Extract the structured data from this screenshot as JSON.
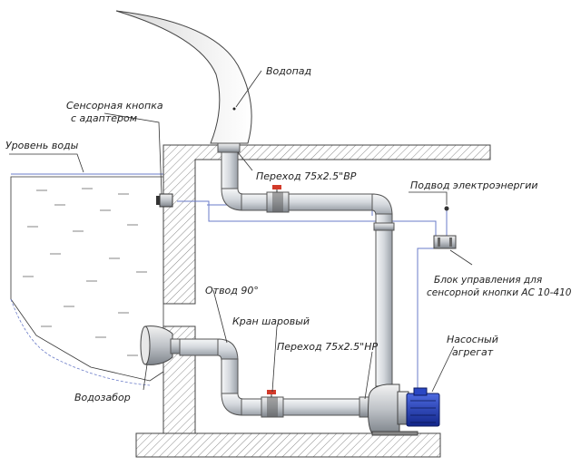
{
  "labels": {
    "waterfall": "Водопад",
    "sensor_button_line1": "Сенсорная кнопка",
    "sensor_button_line2": "с адаптером",
    "water_level": "Уровень воды",
    "transition_top": "Переход 75х2.5\"ВР",
    "power_supply": "Подвод электроэнергии",
    "control_unit_line1": "Блок управления для",
    "control_unit_line2": "сенсорной кнопки АС 10-410",
    "elbow": "Отвод 90°",
    "ball_valve": "Кран шаровый",
    "transition_bottom": "Переход 75х2.5\"НР",
    "pump_line1": "Насосный",
    "pump_line2": "агрегат",
    "intake": "Водозабор"
  },
  "colors": {
    "pump_body": "#1f3fbf",
    "valve_handle": "#d23a2a",
    "wire": "#6a7bc8",
    "water_line": "#6a7bc8",
    "pipe": "#d9dde2"
  }
}
